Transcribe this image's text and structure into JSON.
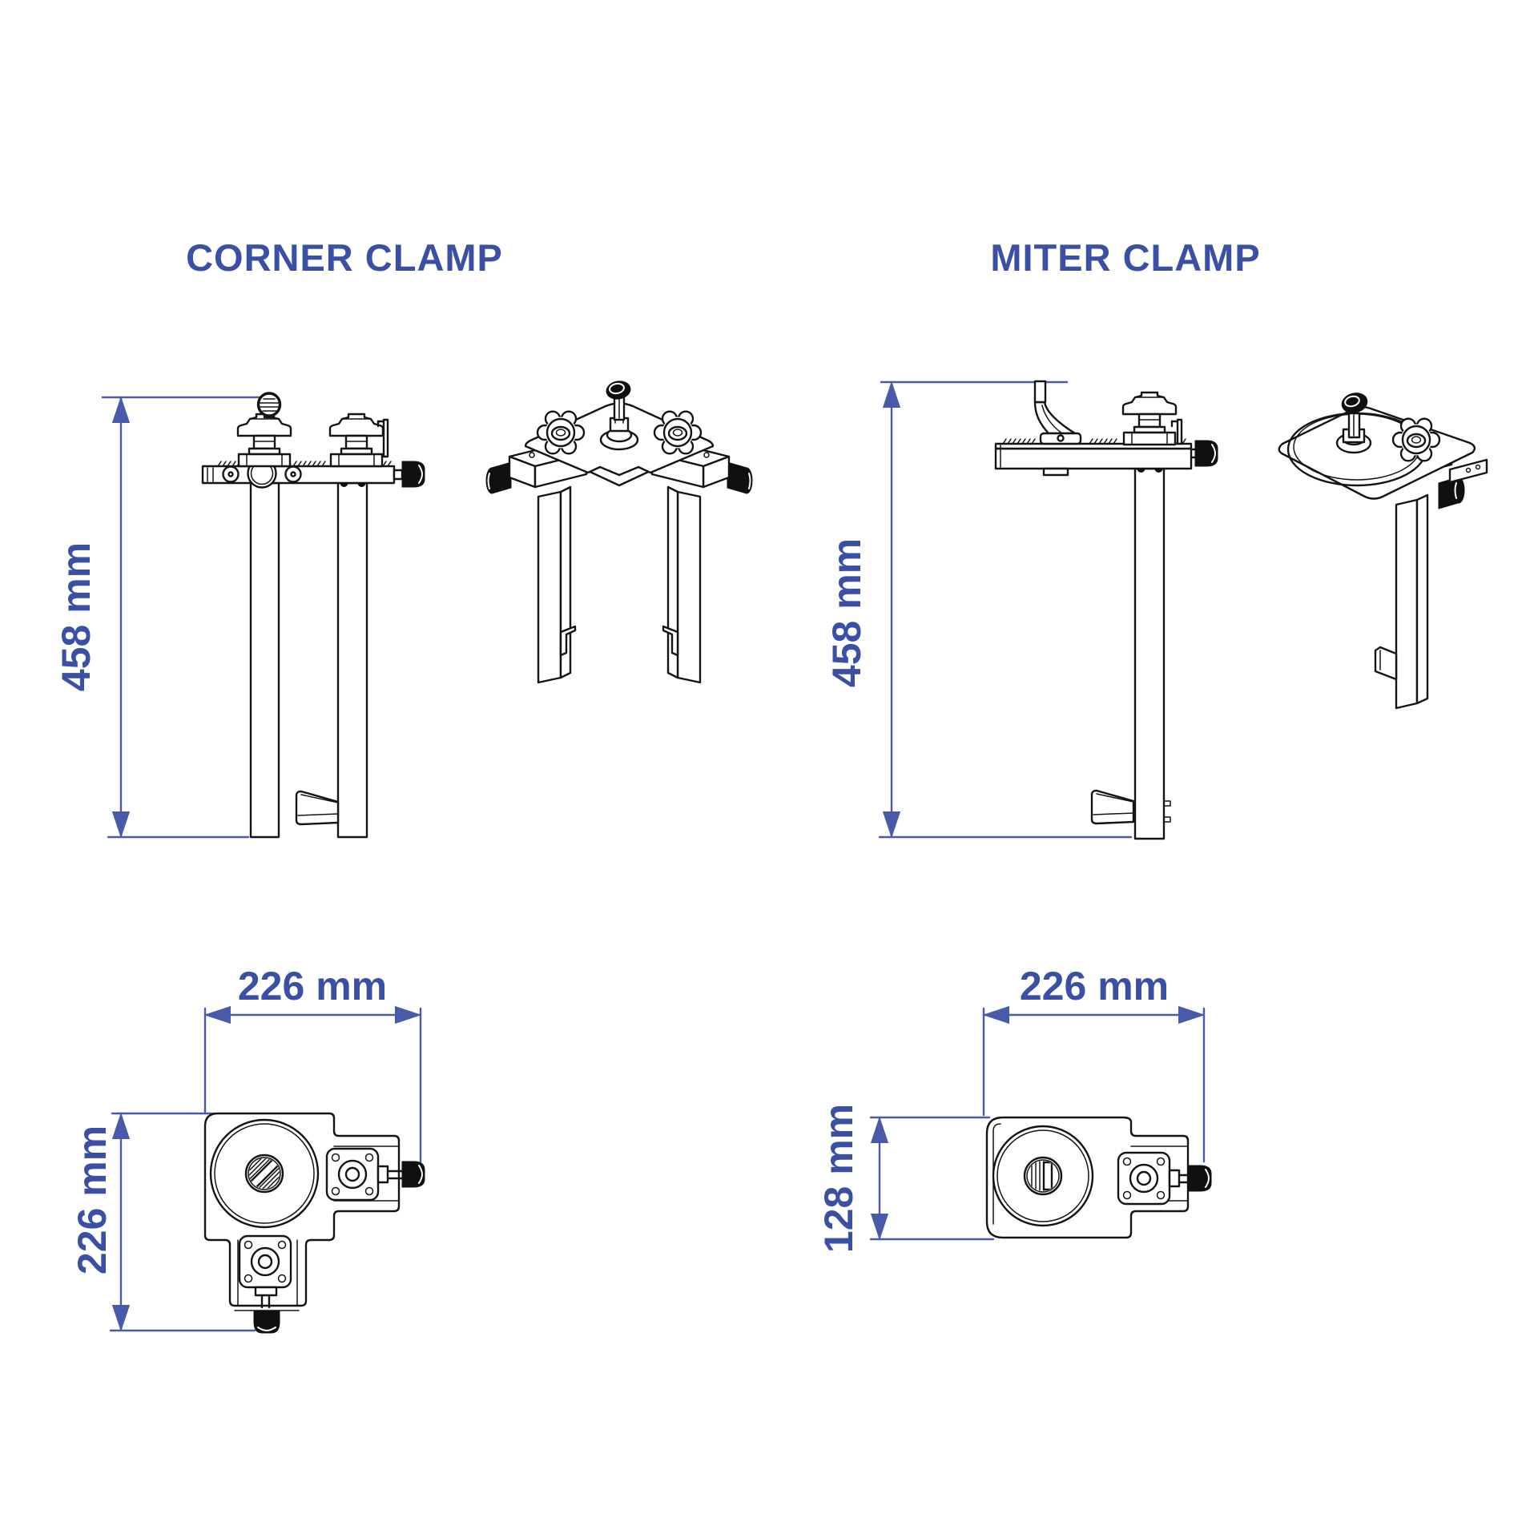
{
  "page": {
    "background": "#ffffff"
  },
  "colors": {
    "title_text": "#3A50A5",
    "dimension_text": "#3A50A5",
    "dimension_line": "#4A5AAB",
    "drawing_line": "#141414",
    "knob_fill": "#101010"
  },
  "products": [
    {
      "id": "corner-clamp",
      "title": "CORNER CLAMP",
      "dimensions": {
        "height": "458 mm",
        "width": "226 mm",
        "depth": "226 mm"
      }
    },
    {
      "id": "miter-clamp",
      "title": "MITER CLAMP",
      "dimensions": {
        "height": "458 mm",
        "width": "226 mm",
        "depth": "128 mm"
      }
    }
  ]
}
